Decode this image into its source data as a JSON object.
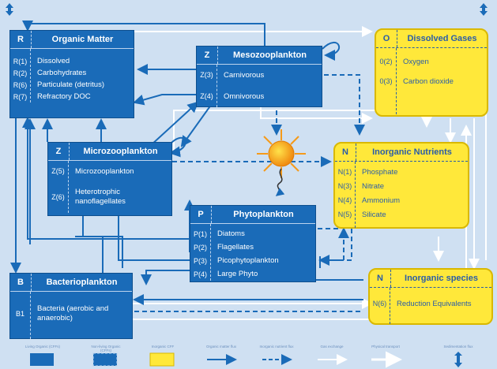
{
  "boxes": {
    "organic_matter": {
      "symbol": "R",
      "title": "Organic Matter",
      "rows": [
        {
          "sym": "R(1)",
          "label": "Dissolved"
        },
        {
          "sym": "R(2)",
          "label": "Carbohydrates"
        },
        {
          "sym": "R(6)",
          "label": "Particulate (detritus)"
        },
        {
          "sym": "R(7)",
          "label": "Refractory DOC"
        }
      ]
    },
    "mesozooplankton": {
      "symbol": "Z",
      "title": "Mesozooplankton",
      "rows": [
        {
          "sym": "Z(3)",
          "label": "Carnivorous"
        },
        {
          "sym": "Z(4)",
          "label": "Omnivorous"
        }
      ]
    },
    "dissolved_gases": {
      "symbol": "O",
      "title": "Dissolved Gases",
      "rows": [
        {
          "sym": "0(2)",
          "label": "Oxygen"
        },
        {
          "sym": "0(3)",
          "label": "Carbon dioxide"
        }
      ]
    },
    "microzooplankton": {
      "symbol": "Z",
      "title": "Microzooplankton",
      "rows": [
        {
          "sym": "Z(5)",
          "label": "Microzooplankton"
        },
        {
          "sym": "Z(6)",
          "label": "Heterotrophic nanoflagellates"
        }
      ]
    },
    "inorganic_nutrients": {
      "symbol": "N",
      "title": "Inorganic Nutrients",
      "rows": [
        {
          "sym": "N(1)",
          "label": "Phosphate"
        },
        {
          "sym": "N(3)",
          "label": "Nitrate"
        },
        {
          "sym": "N(4)",
          "label": "Ammonium"
        },
        {
          "sym": "N(5)",
          "label": "Silicate"
        }
      ]
    },
    "phytoplankton": {
      "symbol": "P",
      "title": "Phytoplankton",
      "rows": [
        {
          "sym": "P(1)",
          "label": "Diatoms"
        },
        {
          "sym": "P(2)",
          "label": "Flagellates"
        },
        {
          "sym": "P(3)",
          "label": "Picophytoplankton"
        },
        {
          "sym": "P(4)",
          "label": "Large Phyto"
        }
      ]
    },
    "bacterioplankton": {
      "symbol": "B",
      "title": "Bacterioplankton",
      "rows": [
        {
          "sym": "B1",
          "label": "Bacteria (aerobic and anaerobic)"
        }
      ]
    },
    "inorganic_species": {
      "symbol": "N",
      "title": "Inorganic species",
      "rows": [
        {
          "sym": "N(6)",
          "label": "Reduction Equivalents"
        }
      ]
    }
  },
  "legend": [
    "Living Organic (CFFs)",
    "Non-living Organic (CFFs)",
    "Inorganic CFF",
    "Organic matter flux",
    "Inorganic nutrient flux",
    "Gas exchange",
    "Physical transport",
    "Sedimentation flux"
  ],
  "colors": {
    "background": "#cfe0f2",
    "living_box": "#1a6bb8",
    "nonliving_box": "#1a6bb8",
    "inorganic_box": "#ffe83a",
    "organic_flux": "#1a6bb8",
    "gas_flux": "#ffffff",
    "sun": "#f59a1a"
  },
  "icons": [
    "sun-icon",
    "vertical-double-arrow-icon"
  ]
}
